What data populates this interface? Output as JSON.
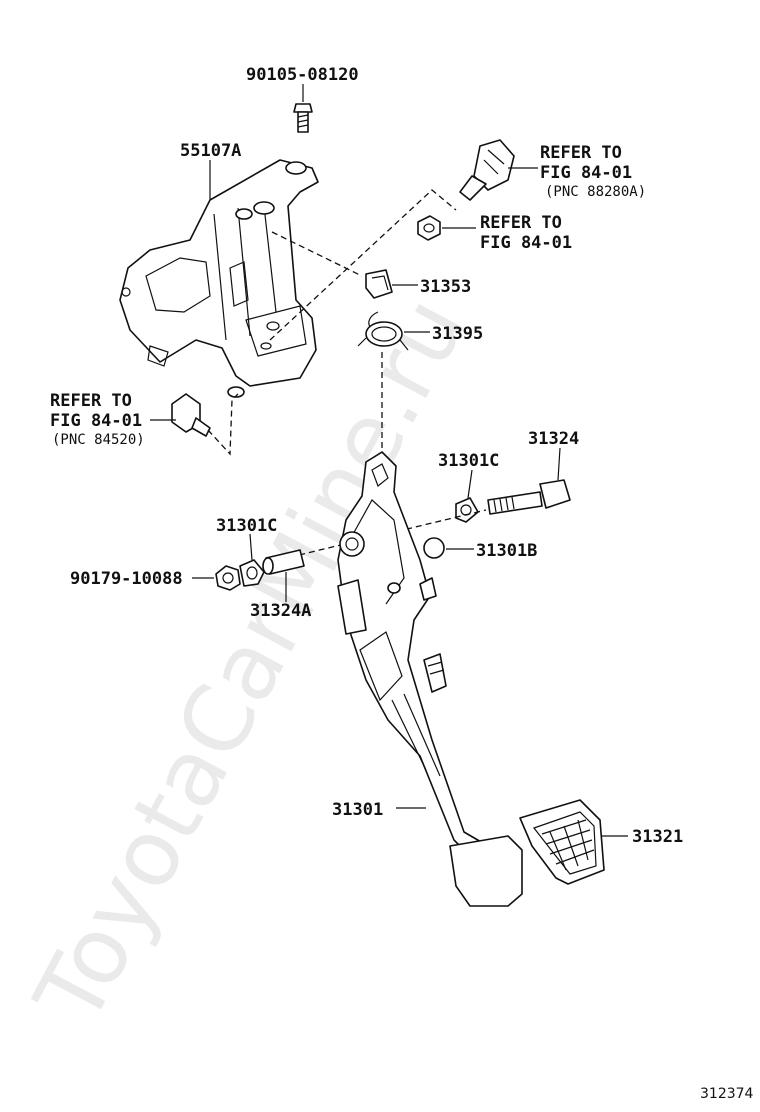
{
  "watermark": "ToyotaCarMine.ru",
  "figure_number": "312374",
  "parts": {
    "bolt_top": "90105-08120",
    "bracket": "55107A",
    "stoplamp_ref_line1": "REFER TO",
    "stoplamp_ref_line2": "FIG 84-01",
    "stoplamp_ref_pnc": "(PNC 88280A)",
    "nut_ref_line1": "REFER TO",
    "nut_ref_line2": "FIG 84-01",
    "clip": "31353",
    "spring": "31395",
    "switch_ref_line1": "REFER TO",
    "switch_ref_line2": "FIG 84-01",
    "switch_ref_pnc": "(PNC 84520)",
    "bolt_pivot": "31324",
    "bushing_right": "31301C",
    "bushing_left": "31301C",
    "cushion": "31301B",
    "nut_left": "90179-10088",
    "collar": "31324A",
    "pedal": "31301",
    "pedal_pad": "31321"
  }
}
